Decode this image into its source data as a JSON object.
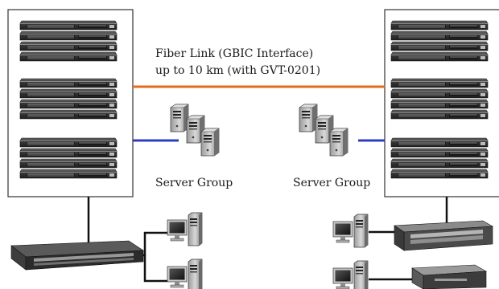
{
  "labels": {
    "fiber_link_line1": "Fiber Link (GBIC Interface)",
    "fiber_link_line2": "up to 10 km (with GVT-0201)",
    "server_group_left": "Server Group",
    "server_group_right": "Server Group"
  },
  "icons": {
    "switch_stack": "switch-stack-icon",
    "server": "server-icon",
    "workstation": "workstation-icon",
    "desktop_switch": "desktop-switch-icon",
    "media_converter": "media-converter-icon"
  },
  "colors": {
    "fiber_link": "#e46b1f",
    "copper_link": "#2d3cc0",
    "cable": "#111111",
    "frame": "#333333"
  }
}
